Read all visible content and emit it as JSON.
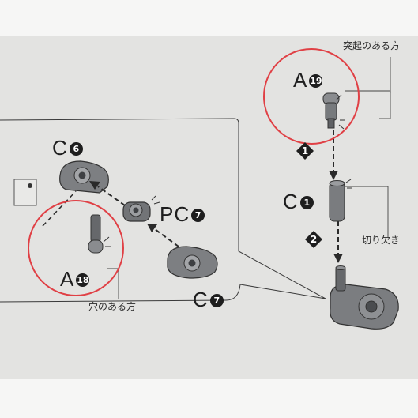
{
  "colors": {
    "highlight_ring": "#e04045",
    "ink": "#1e1e1e",
    "part_metal": "#7b7d80",
    "sheet": "#e3e3e1"
  },
  "labels": {
    "a19_letter": "A",
    "a19_num": "19",
    "c1_letter": "C",
    "c1_num": "1",
    "c6_letter": "C",
    "c6_num": "6",
    "pc7_letter": "PC",
    "pc7_num": "7",
    "c7_letter": "C",
    "c7_num": "7",
    "a18_letter": "A",
    "a18_num": "18"
  },
  "notes": {
    "protrusion_side": "突起のある方",
    "notch": "切り欠き",
    "hole_side": "穴のある方"
  },
  "steps": {
    "step1": "1",
    "step2": "2"
  }
}
